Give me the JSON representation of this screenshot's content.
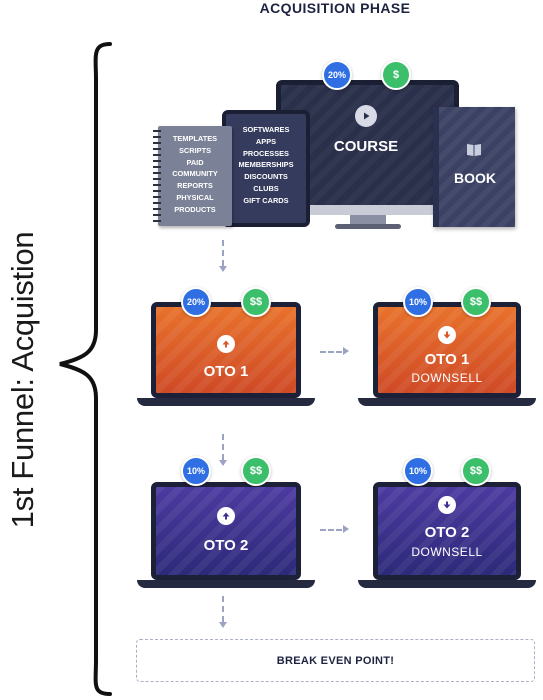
{
  "title": "ACQUISITION PHASE",
  "side_label": "1st Funnel: Acquistion",
  "top_products": {
    "notebook_items": [
      "TEMPLATES",
      "SCRIPTS",
      "PAID",
      "COMMUNITY",
      "REPORTS",
      "PHYSICAL",
      "PRODUCTS"
    ],
    "tablet_items": [
      "SOFTWARES",
      "APPS",
      "PROCESSES",
      "MEMBERSHIPS",
      "DISCOUNTS",
      "CLUBS",
      "GIFT CARDS"
    ],
    "course_label": "COURSE",
    "book_label": "BOOK",
    "badge_percent": "20%",
    "badge_money": "$"
  },
  "oto1": {
    "title": "OTO 1",
    "badge_percent": "20%",
    "badge_money": "$$"
  },
  "oto1_downsell": {
    "title": "OTO 1",
    "subtitle": "DOWNSELL",
    "badge_percent": "10%",
    "badge_money": "$$"
  },
  "oto2": {
    "title": "OTO 2",
    "badge_percent": "10%",
    "badge_money": "$$"
  },
  "oto2_downsell": {
    "title": "OTO 2",
    "subtitle": "DOWNSELL",
    "badge_percent": "10%",
    "badge_money": "$$"
  },
  "break_even": "BREAK EVEN POINT!",
  "colors": {
    "orange": "#e05a2a",
    "purple": "#3d3290",
    "navy": "#2a2f4a",
    "badge_blue": "#2f6fe3",
    "badge_green": "#3cbf6a",
    "connector": "#9aa3c4"
  }
}
